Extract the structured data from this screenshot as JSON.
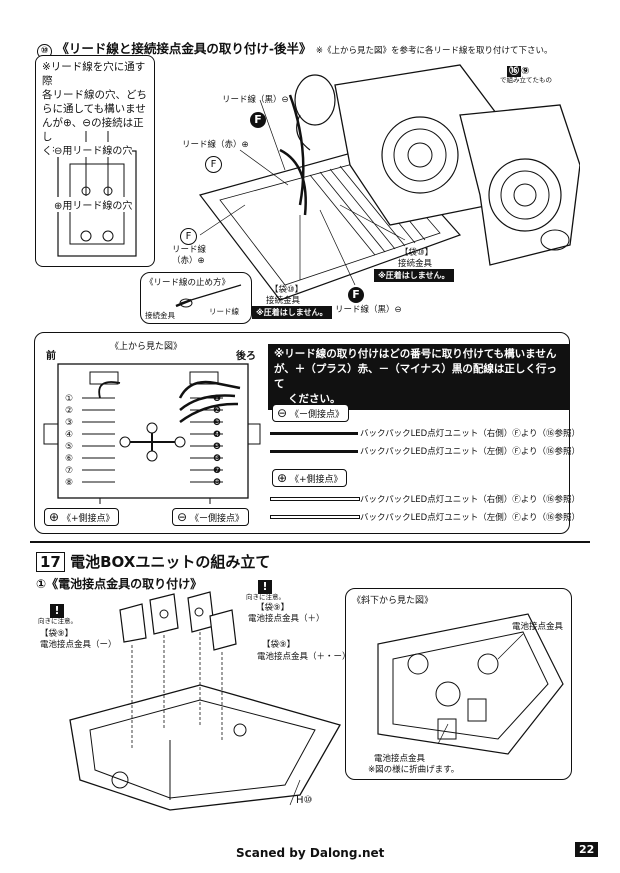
{
  "step10": {
    "number": "⑩",
    "title": "《リード線と接続接点金具の取り付け-後半》",
    "hint": "※《上から見た図》を参考に各リード線を取り付けて下さい。"
  },
  "note_box": {
    "text1": "※リード線を穴に通す際",
    "text2": "各リード線の穴、どち",
    "text3": "らに通しても構いませ",
    "text4": "んが⊕、⊖の接続は正し",
    "text5": "く行って下さい。",
    "minus_hole": "⊖用リード線の穴",
    "plus_hole": "⊕用リード線の穴"
  },
  "diagram_top": {
    "lead_black": "リード線（黒）⊖",
    "lead_red": "リード線（赤）⊕",
    "lead_red2a": "リード線",
    "lead_red2b": "（赤）⊕",
    "bag": "【袋⑩】",
    "contact": "接続金具",
    "no_crimp": "※圧着はしません。",
    "lead_black2": "リード線（黒）⊖",
    "ref_num": "⑯",
    "ref_sub": "⑨",
    "ref_note": "で組み立てたもの",
    "stop_title": "《リード線の止め方》",
    "stop_contact": "接続金具",
    "stop_lead": "リード線",
    "bag2": "【袋⑩】",
    "contact2": "接続金具",
    "no_crimp2": "※圧着はしません。",
    "F": "F"
  },
  "top_view": {
    "title": "《上から見た図》",
    "front": "前",
    "back": "後ろ",
    "left_nums": [
      "①",
      "②",
      "③",
      "④",
      "⑤",
      "⑥",
      "⑦",
      "⑧"
    ],
    "right_nums": [
      "❶",
      "❷",
      "❸",
      "❹",
      "❺",
      "❻",
      "❼",
      "❽"
    ],
    "plus_side": "《+側接点》",
    "minus_side": "《ー側接点》"
  },
  "bold_note": {
    "l1": "※リード線の取り付けはどの番号に取り付けても構いません",
    "l2": "が、＋（プラス）赤、－（マイナス）黒の配線は正しく行って",
    "l3": "ください。"
  },
  "minus_legend": "《ー側接点》",
  "plus_legend": "《+側接点》",
  "led_rows": [
    "バックパックLED点灯ユニット（右側）Ⓕより（⑯参照）",
    "バックパックLED点灯ユニット（左側）Ⓕより（⑯参照）",
    "バックパックLED点灯ユニット（右側）Ⓕより（⑯参照）",
    "バックパックLED点灯ユニット（左側）Ⓕより（⑯参照）"
  ],
  "step17": {
    "number": "17",
    "title": "電池BOXユニットの組み立て",
    "sub": "①《電池接点金具の取り付け》",
    "warn": "!",
    "warn_note": "向きに注意。",
    "bag9a": "【袋⑨】",
    "contact_plus": "電池接点金具（＋）",
    "bag9b": "【袋⑨】",
    "contact_minus": "電池接点金具（ー）",
    "bag9c": "【袋⑨】",
    "contact_pm": "電池接点金具（＋・ー）",
    "part_h": "H⑩",
    "view_title": "《斜下から見た図》",
    "view_contact": "電池接点金具",
    "view_contact2": "電池接点金具",
    "view_bend": "※図の様に折曲げます。"
  },
  "footer": {
    "credit": "Scaned by Dalong.net",
    "page": "22"
  }
}
